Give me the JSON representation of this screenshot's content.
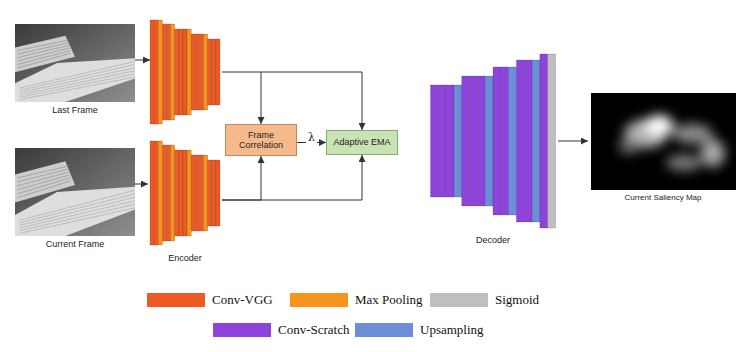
{
  "diagram": {
    "nodes": [
      {
        "text": [
          "Last Frame"
        ]
      },
      {
        "text": [
          "Current Frame"
        ]
      },
      {
        "text": [
          "Encoder"
        ]
      },
      {
        "text": [
          "Frame Correlation"
        ]
      },
      {
        "text": [
          "Adaptive EMA"
        ]
      },
      {
        "text": [
          "Decoder"
        ]
      },
      {
        "text": [
          "Current Saliency Map"
        ]
      }
    ],
    "edges": [
      {
        "from": 1,
        "to": 2,
        "arrow": "to"
      },
      {
        "from": 2,
        "to": 3,
        "arrow": "to"
      },
      {
        "from": 2,
        "to": 4,
        "arrow": "to"
      },
      {
        "from": 3,
        "to": 4,
        "label": "λ",
        "arrow": "to"
      },
      {
        "from": 5,
        "to": 6,
        "arrow": "to"
      }
    ],
    "legend": [
      {
        "text": "Conv-VGG",
        "color": "#ee5a24"
      },
      {
        "text": "Max Pooling",
        "color": "#f7941d"
      },
      {
        "text": "Sigmoid",
        "color": "#bfbfbf"
      },
      {
        "text": "Conv-Scratch",
        "color": "#8e44dc"
      },
      {
        "text": "Upsampling",
        "color": "#6c8ed8"
      }
    ]
  }
}
